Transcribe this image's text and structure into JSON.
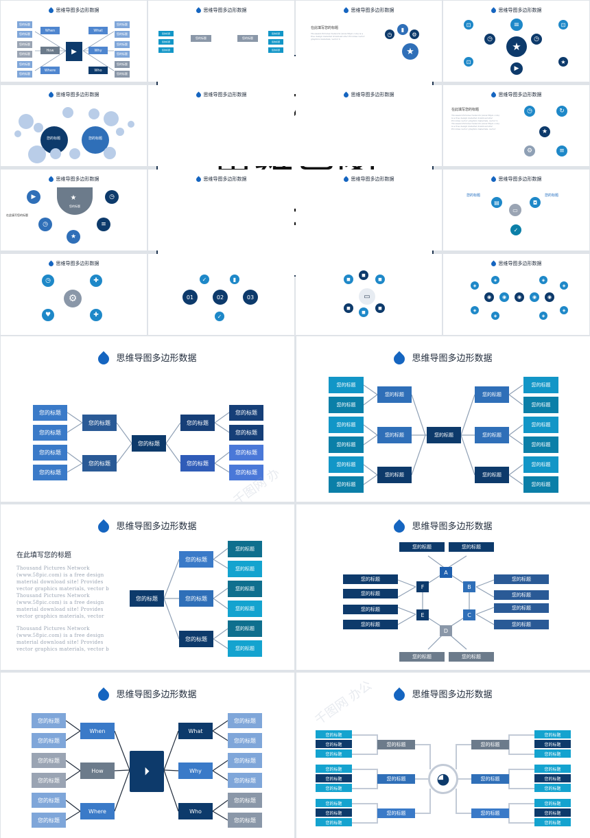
{
  "cover": {
    "line1": "蓝灰色",
    "line2": "思维导图",
    "line3": "多边形数据"
  },
  "slide_title": "思维导图多边形数据",
  "box_label": "您的标题",
  "para_heading": "在此填写您的标题",
  "para_text_1": "Thousand Pictures Network (www.58pic.com) is a free design material download site! Provides vector graphics materials, vector b Thousand Pictures Network (www.58pic.com) is a free design material download site! Provides vector graphics materials, vector",
  "para_text_2": "Thousand Pictures Network (www.58pic.com) is a free design material download site! Provides vector graphics materials, vector b",
  "thumb_heading": "在此填写您的标题",
  "thumb_labels": [
    "When",
    "How",
    "Where",
    "What",
    "Why",
    "Who"
  ],
  "numbers": [
    "01",
    "02",
    "03"
  ],
  "hex_letters": [
    "A",
    "B",
    "C",
    "D",
    "E",
    "F"
  ],
  "five_w": {
    "left": [
      "When",
      "How",
      "Where"
    ],
    "right": [
      "What",
      "Why",
      "Who"
    ]
  },
  "watermark": "千图网 办公",
  "colors": {
    "navy": "#0d3a6b",
    "blue": "#2f6fb8",
    "teal": "#0b7fa8",
    "cyan": "#1296c7",
    "gray": "#6c7b8b",
    "slate": "#8a97a8"
  }
}
